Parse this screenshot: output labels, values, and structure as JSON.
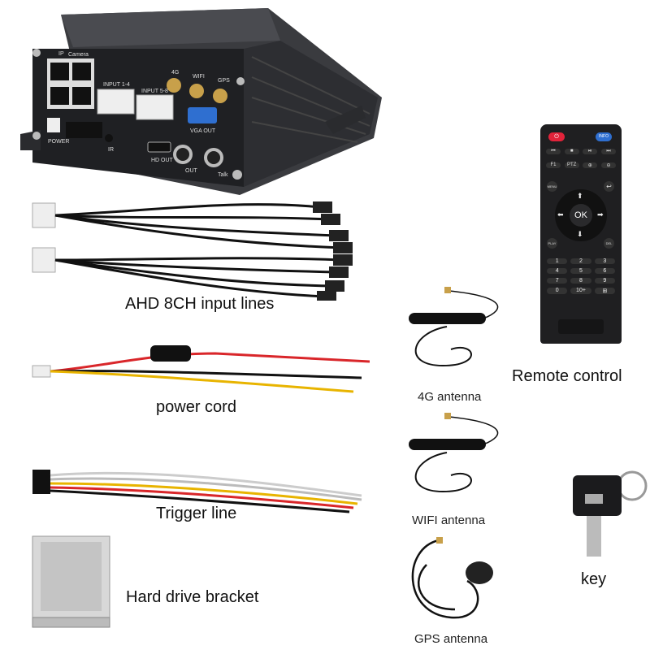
{
  "device": {
    "labels": {
      "ip": "IP",
      "camera": "Camera",
      "input_1_4": "INPUT 1-4",
      "input_5_8": "INPUT 5-8",
      "ant_4g": "4G",
      "wifi": "WIFI",
      "gps": "GPS",
      "vga_out": "VGA OUT",
      "power": "POWER",
      "ir": "IR",
      "hd_out": "HD OUT",
      "out": "OUT",
      "talk": "Talk"
    }
  },
  "remote": {
    "info": "INFO",
    "f1": "F1",
    "ptz": "PTZ",
    "menu": "MENU",
    "ok": "OK",
    "play": "PLAY",
    "del": "DEL",
    "keys": [
      "1",
      "2",
      "3",
      "4",
      "5",
      "6",
      "7",
      "8",
      "9",
      "0",
      "10+"
    ]
  },
  "captions": {
    "input_lines": "AHD 8CH input lines",
    "power_cord": "power cord",
    "trigger_line": "Trigger line",
    "hdd_bracket": "Hard drive bracket",
    "antenna_4g": "4G antenna",
    "antenna_wifi": "WIFI antenna",
    "antenna_gps": "GPS antenna",
    "remote_control": "Remote control",
    "key": "key"
  },
  "colors": {
    "device_body": "#2a2b2e",
    "power_button": "#e2233a",
    "info_button": "#2f6fd0",
    "wire_red": "#d9262a",
    "wire_yellow": "#e8b400"
  }
}
